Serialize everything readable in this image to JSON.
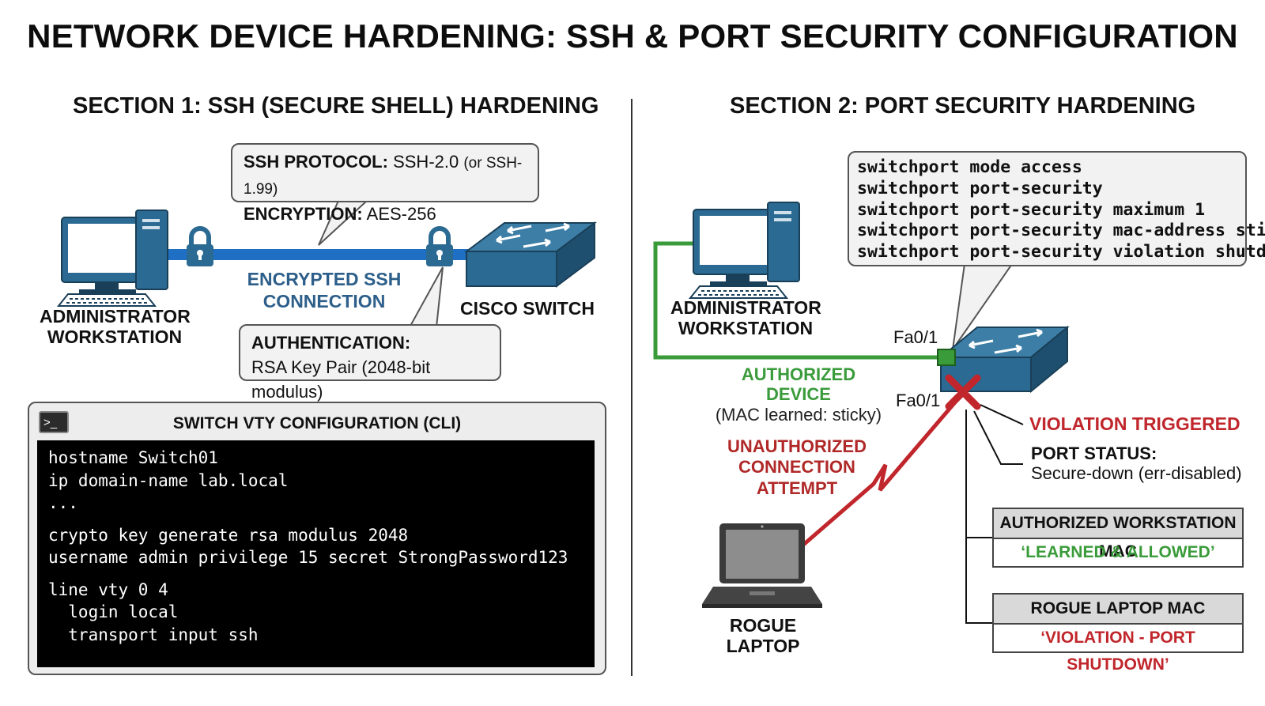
{
  "title": "NETWORK DEVICE HARDENING: SSH & PORT SECURITY CONFIGURATION",
  "section1": {
    "title": "SECTION 1: SSH (SECURE SHELL) HARDENING",
    "admin_label_1": "ADMINISTRATOR",
    "admin_label_2": "WORKSTATION",
    "switch_label": "CISCO SWITCH",
    "link_label_1": "ENCRYPTED SSH",
    "link_label_2": "CONNECTION",
    "protocol_key": "SSH PROTOCOL:",
    "protocol_value": "SSH-2.0",
    "protocol_note": "(or SSH-1.99)",
    "encryption_key": "ENCRYPTION:",
    "encryption_value": "AES-256",
    "auth_key": "AUTHENTICATION:",
    "auth_value": "RSA Key Pair (2048-bit modulus)",
    "cli": {
      "title": "SWITCH VTY CONFIGURATION (CLI)",
      "icon": ">_",
      "block1": [
        "hostname Switch01",
        "ip domain-name lab.local",
        "..."
      ],
      "block2": [
        "crypto key generate rsa modulus 2048",
        "username admin privilege 15 secret StrongPassword123"
      ],
      "block3": [
        "line vty 0 4",
        "  login local",
        "  transport input ssh"
      ]
    }
  },
  "section2": {
    "title": "SECTION 2: PORT SECURITY HARDENING",
    "config_lines": [
      "switchport mode access",
      "switchport port-security",
      "switchport port-security maximum 1",
      "switchport port-security mac-address sticky",
      "switchport port-security violation shutdown"
    ],
    "admin_label_1": "ADMINISTRATOR",
    "admin_label_2": "WORKSTATION",
    "port_upper": "Fa0/1",
    "port_lower": "Fa0/1",
    "authorized_1": "AUTHORIZED DEVICE",
    "authorized_2": "(MAC learned: sticky)",
    "unauth_1": "UNAUTHORIZED",
    "unauth_2": "CONNECTION",
    "unauth_3": "ATTEMPT",
    "violation": "VIOLATION TRIGGERED",
    "port_status_key": "PORT STATUS:",
    "port_status_value": "Secure-down (err-disabled)",
    "rogue_1": "ROGUE",
    "rogue_2": "LAPTOP",
    "table1_header": "AUTHORIZED WORKSTATION MAC",
    "table1_value": "‘LEARNED & ALLOWED’",
    "table2_header": "ROGUE LAPTOP MAC",
    "table2_value": "‘VIOLATION - PORT SHUTDOWN’"
  },
  "colors": {
    "ssh_link": "#1f6fc4",
    "device_blue": "#2b6a92",
    "authorized_green": "#3a9b3a",
    "violation_red": "#c0262b",
    "unauth_red": "#b02828"
  }
}
